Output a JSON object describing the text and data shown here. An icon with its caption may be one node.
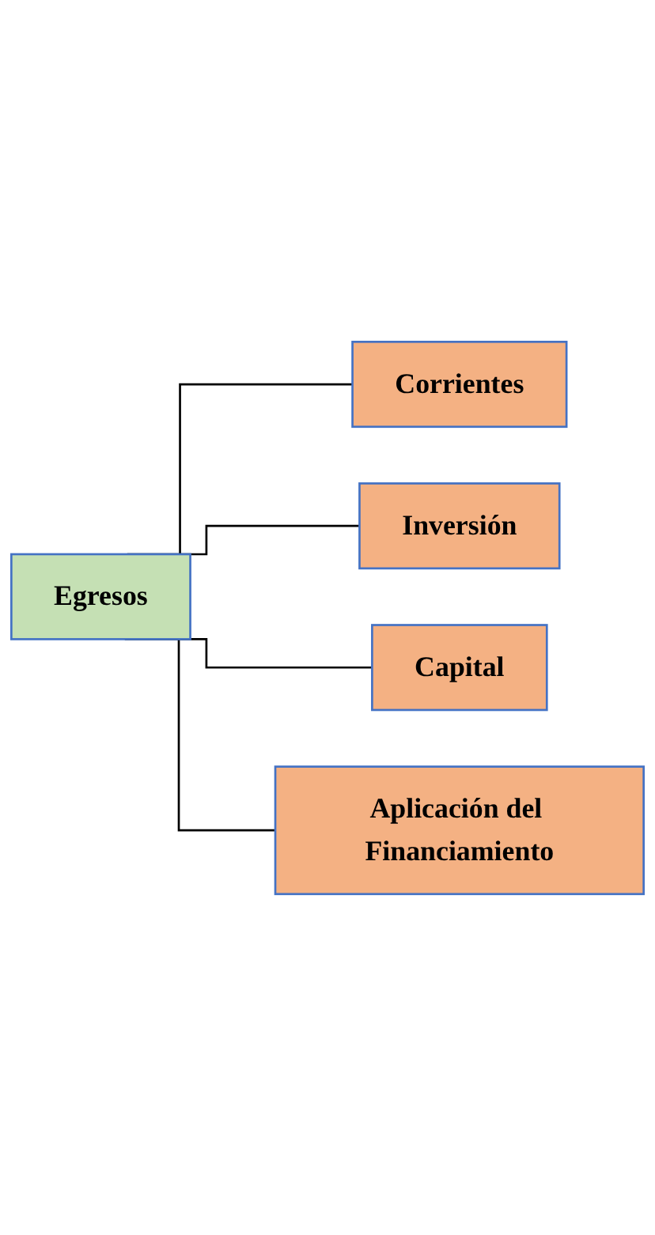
{
  "diagram": {
    "nodes": [
      {
        "text": [
          "Egresos"
        ]
      },
      {
        "text": [
          "Corrientes"
        ]
      },
      {
        "text": [
          "Inversión"
        ]
      },
      {
        "text": [
          "Capital"
        ]
      },
      {
        "text": [
          "Aplicación del Financiamiento"
        ]
      }
    ],
    "edges": [
      {
        "from": 0,
        "to": 1,
        "arrow": "none"
      },
      {
        "from": 0,
        "to": 2,
        "arrow": "none"
      },
      {
        "from": 0,
        "to": 3,
        "arrow": "none"
      },
      {
        "from": 0,
        "to": 4,
        "arrow": "none"
      }
    ]
  }
}
